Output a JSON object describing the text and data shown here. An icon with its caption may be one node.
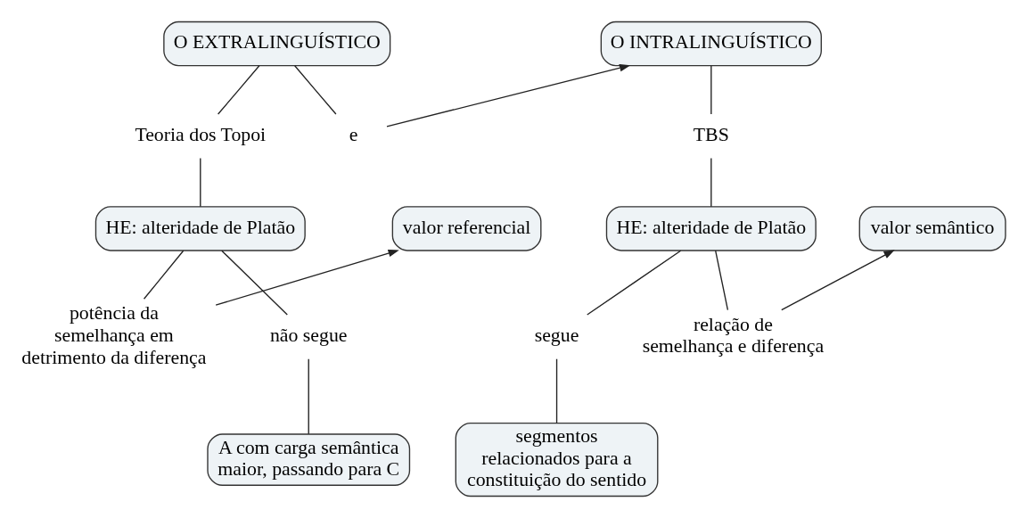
{
  "diagram": {
    "nodes": [
      {
        "text": [
          "O EXTRALINGUÍSTICO"
        ]
      },
      {
        "text": [
          "O INTRALINGUÍSTICO"
        ]
      },
      {
        "text": [
          "Teoria dos Topoi"
        ]
      },
      {
        "text": [
          "e"
        ]
      },
      {
        "text": [
          "TBS"
        ]
      },
      {
        "text": [
          "valor referencial"
        ]
      },
      {
        "text": [
          "HE: alteridade de Platão"
        ]
      },
      {
        "text": [
          "HE: alteridade de Platão"
        ]
      },
      {
        "text": [
          "valor semântico"
        ]
      },
      {
        "text": [
          "potência da semelhança em detrimento da diferença"
        ]
      },
      {
        "text": [
          "não segue"
        ]
      },
      {
        "text": [
          "segue"
        ]
      },
      {
        "text": [
          "relação de semelhança e diferença"
        ]
      },
      {
        "text": [
          "A com carga semântica maior, passando para C"
        ]
      },
      {
        "text": [
          "segmentos relacionados para a constituição do sentido"
        ]
      }
    ],
    "edges": [
      {
        "from": 0,
        "to": 2,
        "arrow": "none"
      },
      {
        "from": 2,
        "to": 6,
        "arrow": "none"
      },
      {
        "from": 0,
        "to": 3,
        "arrow": "none"
      },
      {
        "from": 3,
        "to": 1,
        "arrow": "to"
      },
      {
        "from": 1,
        "to": 4,
        "arrow": "none"
      },
      {
        "from": 4,
        "to": 7,
        "arrow": "none"
      },
      {
        "from": 6,
        "to": 9,
        "arrow": "none"
      },
      {
        "from": 9,
        "to": 5,
        "arrow": "to"
      },
      {
        "from": 6,
        "to": 10,
        "arrow": "none"
      },
      {
        "from": 10,
        "to": 13,
        "arrow": "none"
      },
      {
        "from": 7,
        "to": 11,
        "arrow": "none"
      },
      {
        "from": 11,
        "to": 14,
        "arrow": "none"
      },
      {
        "from": 7,
        "to": 12,
        "arrow": "none"
      },
      {
        "from": 12,
        "to": 8,
        "arrow": "to"
      }
    ]
  }
}
